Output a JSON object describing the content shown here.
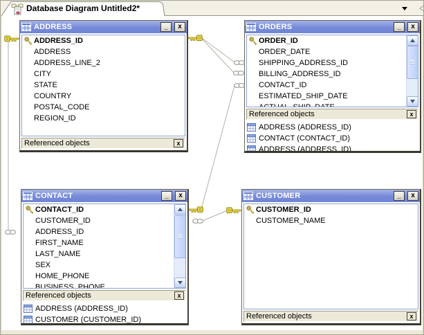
{
  "tab": {
    "title": "Database Diagram Untitled2*"
  },
  "tab_controls": {
    "tab_list_dropdown_glyph": "▼"
  },
  "window_controls": {
    "minimize_label": "_",
    "close_label": "x"
  },
  "panels": {
    "referenced_objects_label": "Referenced objects",
    "panel_close_label": "x"
  },
  "icons": {
    "tab_icon": "database-diagram",
    "title_icon": "table-grid",
    "pk_row_icon": "gold-key",
    "relation_pk_end": "key",
    "relation_fk_end": "chain-links",
    "ref_row_icon": "table-grid-blue"
  },
  "colors": {
    "titlebar_blue": "#7b90da",
    "chrome_gray": "#ece9d8",
    "canvas_white": "#ffffff",
    "connector_line": "#b2b0a4",
    "key_yellow": "#f5e63e"
  },
  "tables": {
    "address": {
      "title": "ADDRESS",
      "fields": [
        {
          "name": "ADDRESS_ID",
          "pk": true
        },
        {
          "name": "ADDRESS",
          "pk": false
        },
        {
          "name": "ADDRESS_LINE_2",
          "pk": false
        },
        {
          "name": "CITY",
          "pk": false
        },
        {
          "name": "STATE",
          "pk": false
        },
        {
          "name": "COUNTRY",
          "pk": false
        },
        {
          "name": "POSTAL_CODE",
          "pk": false
        },
        {
          "name": "REGION_ID",
          "pk": false
        }
      ],
      "referenced": []
    },
    "orders": {
      "title": "ORDERS",
      "fields": [
        {
          "name": "ORDER_ID",
          "pk": true
        },
        {
          "name": "ORDER_DATE",
          "pk": false
        },
        {
          "name": "SHIPPING_ADDRESS_ID",
          "pk": false
        },
        {
          "name": "BILLING_ADDRESS_ID",
          "pk": false
        },
        {
          "name": "CONTACT_ID",
          "pk": false
        },
        {
          "name": "ESTIMATED_SHIP_DATE",
          "pk": false
        },
        {
          "name": "ACTUAL_SHIP_DATE",
          "pk": false
        }
      ],
      "referenced": [
        "ADDRESS (ADDRESS_ID)",
        "CONTACT (CONTACT_ID)",
        "ADDRESS (ADDRESS_ID)"
      ]
    },
    "contact": {
      "title": "CONTACT",
      "fields": [
        {
          "name": "CONTACT_ID",
          "pk": true
        },
        {
          "name": "CUSTOMER_ID",
          "pk": false
        },
        {
          "name": "ADDRESS_ID",
          "pk": false
        },
        {
          "name": "FIRST_NAME",
          "pk": false
        },
        {
          "name": "LAST_NAME",
          "pk": false
        },
        {
          "name": "SEX",
          "pk": false
        },
        {
          "name": "HOME_PHONE",
          "pk": false
        },
        {
          "name": "BUSINESS_PHONE",
          "pk": false
        }
      ],
      "referenced": [
        "ADDRESS (ADDRESS_ID)",
        "CUSTOMER (CUSTOMER_ID)"
      ]
    },
    "customer": {
      "title": "CUSTOMER",
      "fields": [
        {
          "name": "CUSTOMER_ID",
          "pk": true
        },
        {
          "name": "CUSTOMER_NAME",
          "pk": false
        }
      ],
      "referenced": []
    }
  }
}
